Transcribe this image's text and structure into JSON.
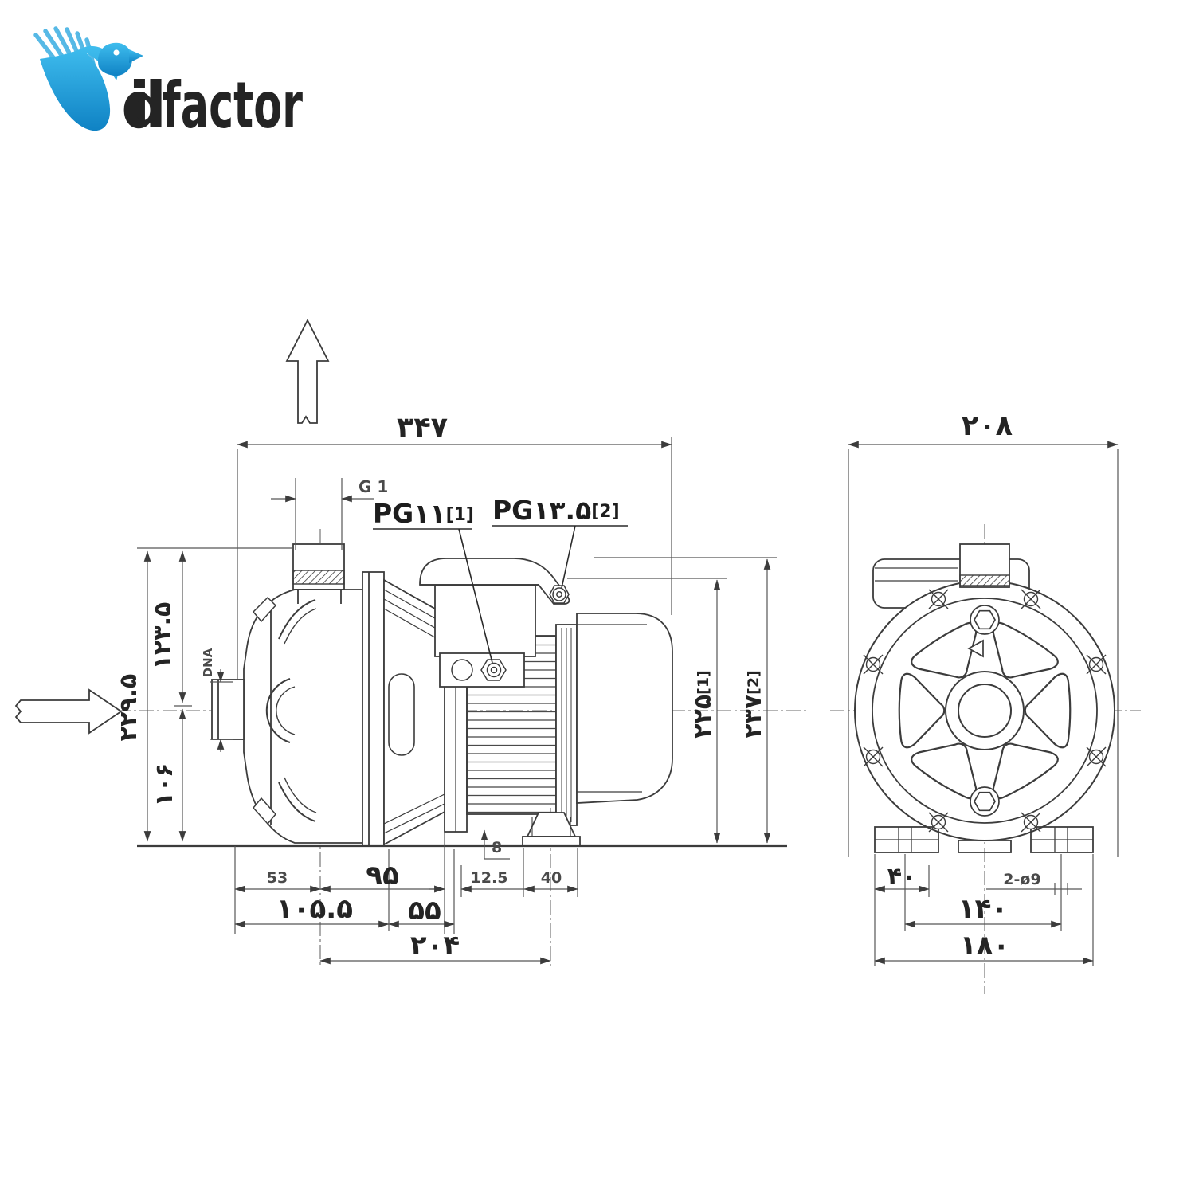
{
  "logo": {
    "word_part1": "id",
    "word_part2": "factor",
    "colors": {
      "blue": "#2aa9e0",
      "orange": "#f9a11b"
    }
  },
  "side_view": {
    "width_total": "۳۴۷",
    "thread_size": "G 1",
    "cable_gland_1": "PG۱۱",
    "cable_gland_1_ref": "[1]",
    "cable_gland_2": "PG۱۳.۵",
    "cable_gland_2_ref": "[2]",
    "height_total": "۲۲۹.۵",
    "height_axis_top": "۱۲۳.۵",
    "height_axis_bottom": "۱۰۶",
    "suction_port": "DNA",
    "height_motor_1": "۲۲۵",
    "height_motor_1_ref": "[1]",
    "height_motor_2": "۲۳۷",
    "height_motor_2_ref": "[2]",
    "len_53": "53",
    "len_95": "۹۵",
    "len_8": "8",
    "len_12_5": "12.5",
    "len_40": "40",
    "len_105_5": "۱۰۵.۵",
    "len_55": "۵۵",
    "len_204": "۲۰۴"
  },
  "front_view": {
    "width_total": "۲۰۸",
    "foot_offset": "۴۰",
    "mounting_holes": "2-ø9",
    "bolt_spacing": "۱۴۰",
    "base_width": "۱۸۰"
  }
}
